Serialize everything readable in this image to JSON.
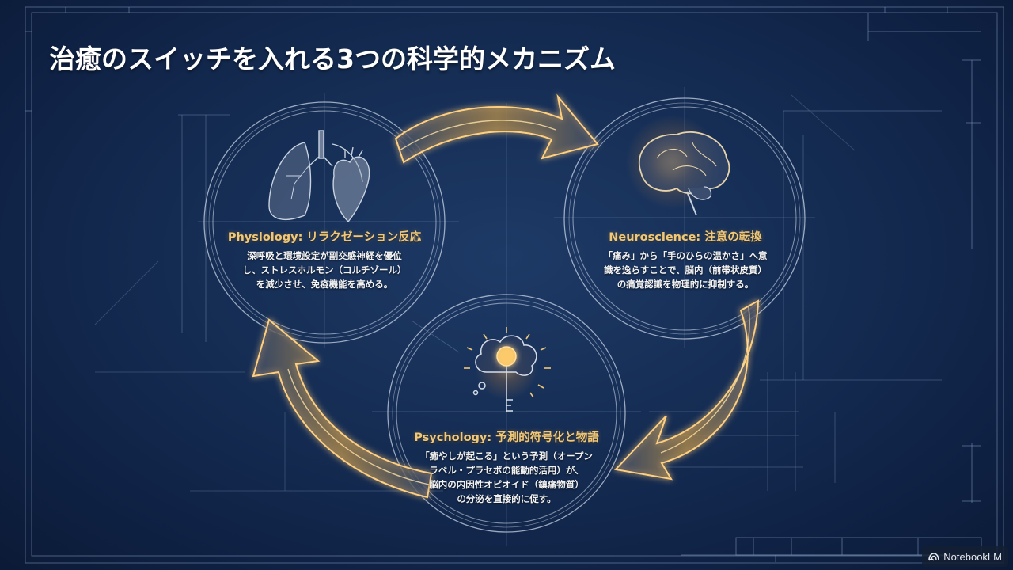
{
  "slide": {
    "title": "治癒のスイッチを入れる3つの科学的メカニズム"
  },
  "nodes": [
    {
      "id": "physiology",
      "icon": "lungs-heart-icon",
      "heading": "Physiology: リラクゼーション反応",
      "body_lines": [
        "深呼吸と環境設定が副交感神経を優位",
        "し、ストレスホルモン（コルチゾール）",
        "を減少させ、免疫機能を高める。"
      ]
    },
    {
      "id": "neuroscience",
      "icon": "glowing-brain-icon",
      "heading": "Neuroscience: 注意の転換",
      "body_lines": [
        "「痛み」から「手のひらの温かさ」へ意",
        "識を逸らすことで、脳内（前帯状皮質）",
        "の痛覚認識を物理的に抑制する。"
      ]
    },
    {
      "id": "psychology",
      "icon": "cloud-key-icon",
      "heading": "Psychology: 予測的符号化と物語",
      "body_lines": [
        "「癒やしが起こる」という予測（オープン",
        "ラベル・プラセボの能動的活用）が、",
        "脳内の内因性オピオイド（鎮痛物質）",
        "の分泌を直接的に促す。"
      ]
    }
  ],
  "cycle_arrows": [
    {
      "from": "physiology",
      "to": "neuroscience"
    },
    {
      "from": "neuroscience",
      "to": "psychology"
    },
    {
      "from": "psychology",
      "to": "physiology"
    }
  ],
  "branding": {
    "label": "NotebookLM",
    "icon": "notebooklm-logo-icon"
  },
  "colors": {
    "background": "#13294d",
    "blueprint_line": "#8ea6c8",
    "accent_gold": "#f0c878",
    "arrow_glow": "#ffb648",
    "title_text": "#ffffff",
    "body_text": "#f2f2f2"
  }
}
